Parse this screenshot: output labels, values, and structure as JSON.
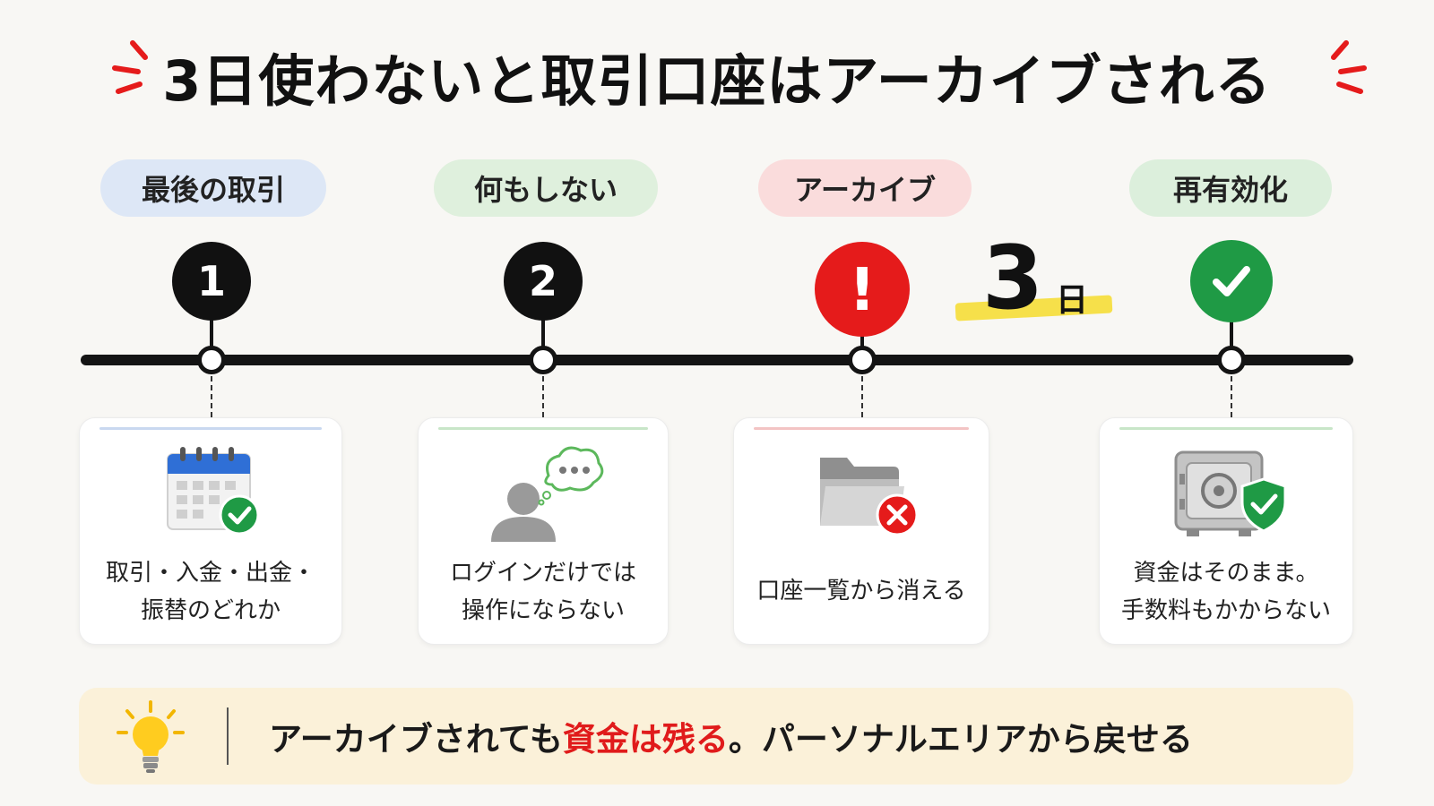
{
  "title": "3日使わないと取引口座はアーカイブされる",
  "colors": {
    "accent_red": "#e51b1b",
    "accent_green": "#1f9a45",
    "highlight_yellow": "#f6e04a",
    "footer_bg": "#fbf1d9"
  },
  "steps": [
    {
      "label": "最後の取引",
      "badge": "1",
      "icon": "calendar-check-icon",
      "lines": [
        "取引・入金・出金・",
        "振替のどれか"
      ]
    },
    {
      "label": "何もしない",
      "badge": "2",
      "icon": "person-thinking-icon",
      "lines": [
        "ログインだけでは",
        "操作にならない"
      ]
    },
    {
      "label": "アーカイブ",
      "badge": "!",
      "icon": "folder-removed-icon",
      "lines": [
        "口座一覧から消える"
      ]
    },
    {
      "label": "再有効化",
      "badge": "check",
      "icon": "safe-shield-icon",
      "lines": [
        "資金はそのまま。",
        "手数料もかからない"
      ]
    }
  ],
  "days_marker": {
    "number": "3",
    "unit": "日"
  },
  "footer": {
    "icon": "lightbulb-icon",
    "text_before": "アーカイブされても",
    "text_highlight": "資金は残る",
    "text_after": "。パーソナルエリアから戻せる"
  }
}
